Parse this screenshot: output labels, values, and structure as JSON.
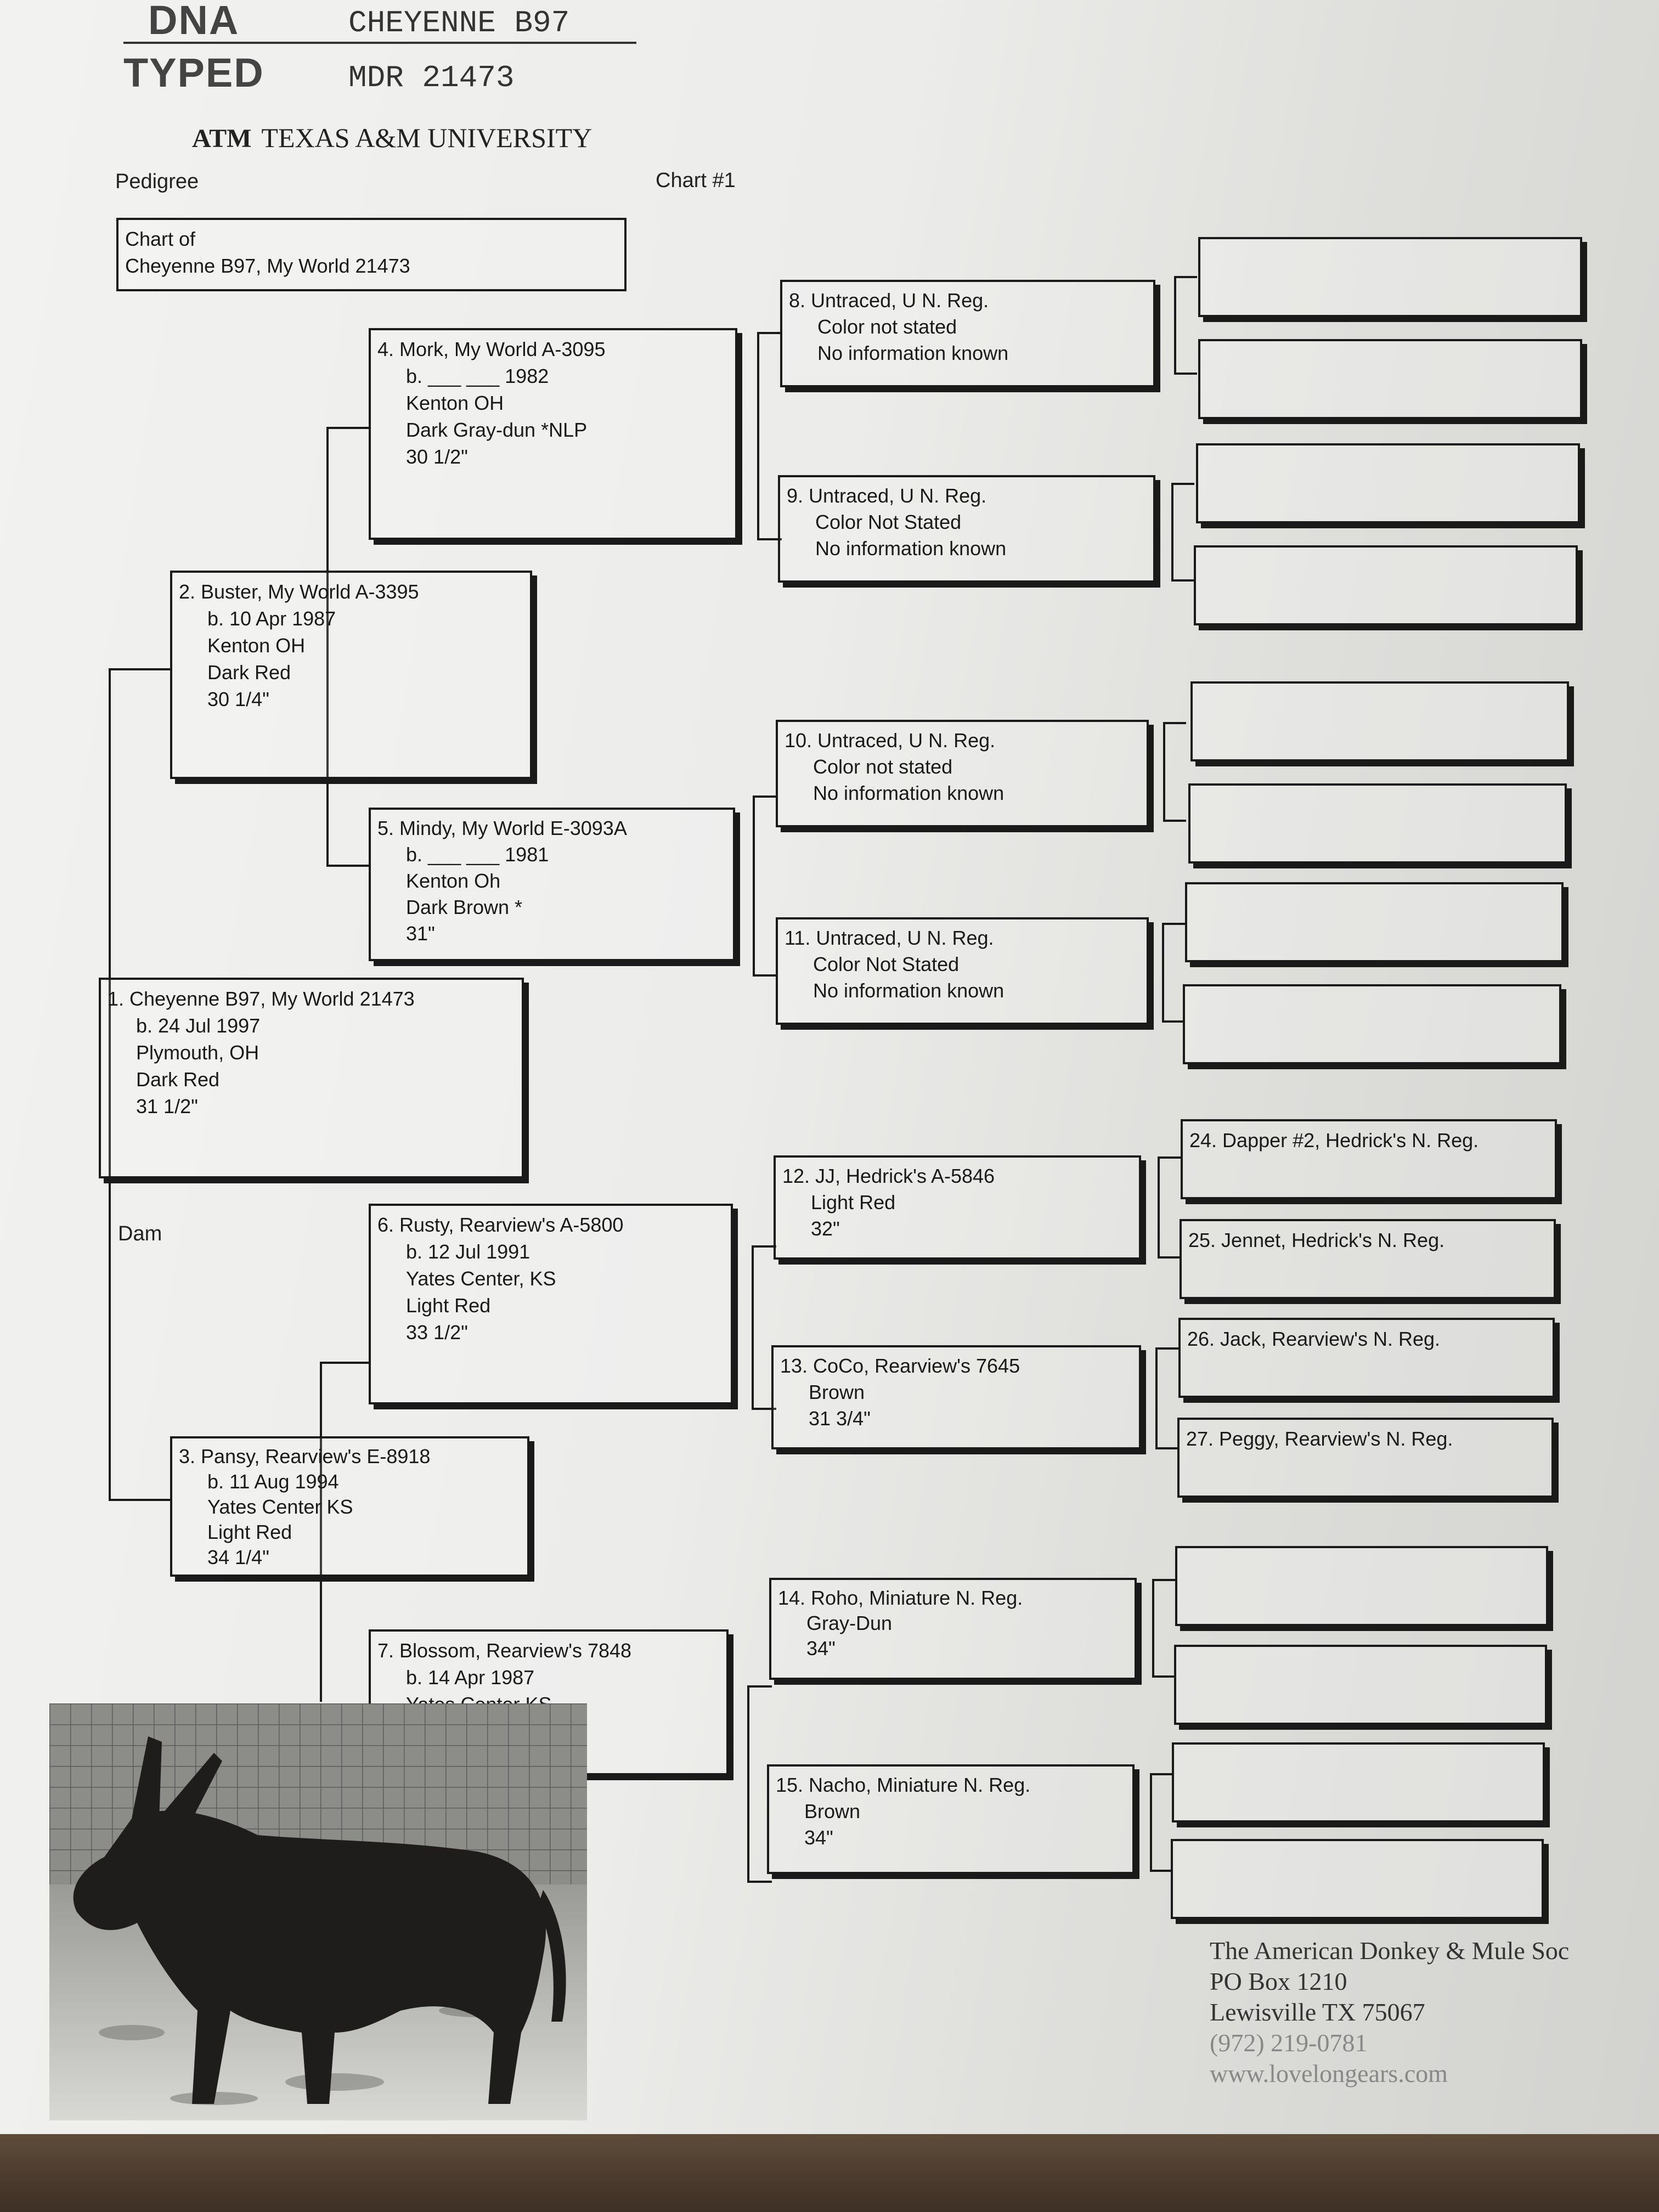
{
  "header": {
    "stamp_line1": "DNA",
    "stamp_line2": "TYPED",
    "name": "CHEYENNE B97",
    "registration": "MDR 21473",
    "university_logo": "ATM",
    "university": "TEXAS A&M UNIVERSITY",
    "left_label": "Pedigree",
    "chart_number": "Chart #1"
  },
  "chart_of": {
    "line1": "Chart of",
    "line2": "Cheyenne B97, My World 21473"
  },
  "dam_label": "Dam",
  "animals": {
    "a1": {
      "name": "1. Cheyenne B97, My World 21473",
      "l1": "b. 24 Jul 1997",
      "l2": "Plymouth, OH",
      "l3": "Dark Red",
      "l4": "31 1/2\""
    },
    "a2": {
      "name": "2. Buster, My World A-3395",
      "l1": "b. 10 Apr 1987",
      "l2": "Kenton OH",
      "l3": "Dark Red",
      "l4": "30 1/4\""
    },
    "a3": {
      "name": "3. Pansy, Rearview's E-8918",
      "l1": "b. 11 Aug 1994",
      "l2": "Yates Center KS",
      "l3": "Light Red",
      "l4": "34 1/4\""
    },
    "a4": {
      "name": "4. Mork, My World A-3095",
      "l1": "b. ___ ___ 1982",
      "l2": "Kenton OH",
      "l3": "Dark Gray-dun *NLP",
      "l4": "30 1/2\""
    },
    "a5": {
      "name": "5. Mindy, My World E-3093A",
      "l1": "b. ___ ___ 1981",
      "l2": "Kenton Oh",
      "l3": "Dark Brown *",
      "l4": "31\""
    },
    "a6": {
      "name": "6. Rusty, Rearview's A-5800",
      "l1": "b. 12 Jul 1991",
      "l2": "Yates Center, KS",
      "l3": "Light Red",
      "l4": "33 1/2\""
    },
    "a7": {
      "name": "7. Blossom, Rearview's 7848",
      "l1": "b. 14 Apr 1987",
      "l2": "Yates Center KS"
    },
    "a8": {
      "name": "8. Untraced, U N. Reg.",
      "l1": "Color not stated",
      "l2": "No information known"
    },
    "a9": {
      "name": "9. Untraced, U N. Reg.",
      "l1": "Color Not Stated",
      "l2": "No information known"
    },
    "a10": {
      "name": "10. Untraced, U N. Reg.",
      "l1": "Color not stated",
      "l2": "No information known"
    },
    "a11": {
      "name": "11. Untraced, U N. Reg.",
      "l1": "Color Not Stated",
      "l2": "No information known"
    },
    "a12": {
      "name": "12. JJ, Hedrick's A-5846",
      "l1": "Light Red",
      "l2": "32\""
    },
    "a13": {
      "name": "13. CoCo, Rearview's 7645",
      "l1": "Brown",
      "l2": "31 3/4\""
    },
    "a14": {
      "name": "14. Roho, Miniature N. Reg.",
      "l1": "Gray-Dun",
      "l2": "34\""
    },
    "a15": {
      "name": "15. Nacho, Miniature N. Reg.",
      "l1": "Brown",
      "l2": "34\""
    },
    "a24": {
      "name": "24. Dapper #2, Hedrick's N. Reg."
    },
    "a25": {
      "name": "25. Jennet, Hedrick's N. Reg."
    },
    "a26": {
      "name": "26. Jack, Rearview's N. Reg."
    },
    "a27": {
      "name": "27. Peggy, Rearview's N. Reg."
    }
  },
  "footer": {
    "line1": "The American Donkey & Mule Soc",
    "line2": "PO Box 1210",
    "line3": "Lewisville TX 75067",
    "line4": "(972) 219-0781",
    "line5": "www.lovelongears.com"
  }
}
